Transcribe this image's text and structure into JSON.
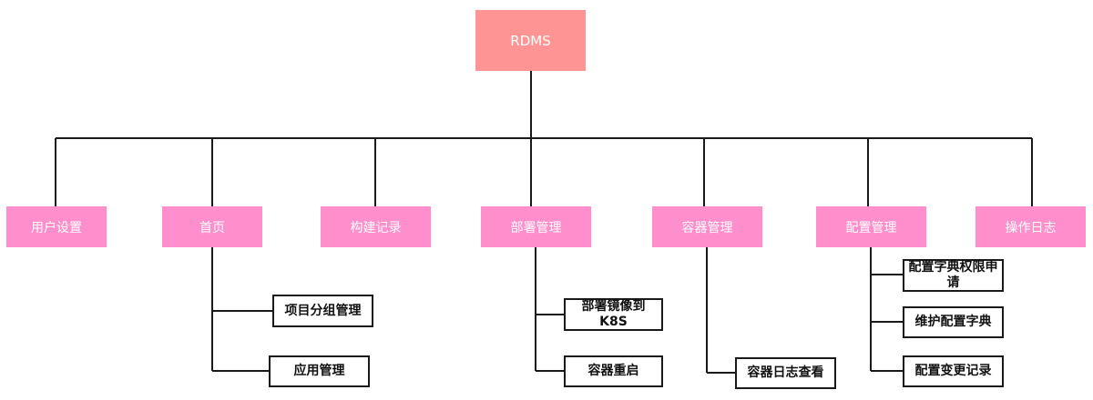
{
  "root": {
    "label": "RDMS",
    "color": "#ff9494"
  },
  "categories": [
    {
      "label": "用户设置",
      "children": []
    },
    {
      "label": "首页",
      "children": [
        "项目分组管理",
        "应用管理"
      ]
    },
    {
      "label": "构建记录",
      "children": []
    },
    {
      "label": "部署管理",
      "children": [
        "部署镜像到K8S",
        "容器重启"
      ]
    },
    {
      "label": "容器管理",
      "children": [
        "容器日志查看"
      ]
    },
    {
      "label": "配置管理",
      "children": [
        "配置字典权限申请",
        "维护配置字典",
        "配置变更记录"
      ]
    },
    {
      "label": "操作日志",
      "children": []
    }
  ],
  "colors": {
    "category": "#ff8fcc",
    "line": "#1a1a1a",
    "leaf_border": "#1a1a1a"
  }
}
